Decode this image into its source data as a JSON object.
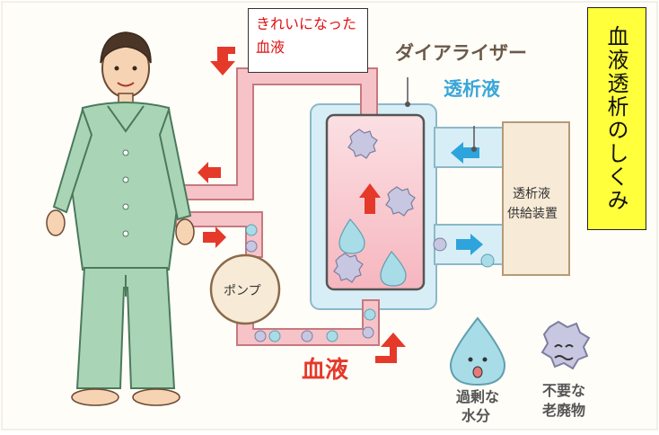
{
  "title_vertical": "血液透析のしくみ",
  "callout_clean_blood": "きれいになった血液",
  "labels": {
    "dialyzer": "ダイアライザー",
    "dialysate": "透析液",
    "supply_line1": "透析液",
    "supply_line2": "供給装置",
    "pump": "ポンプ",
    "blood": "血液"
  },
  "legend": [
    {
      "icon": "water-drop-icon",
      "line1": "過剰な",
      "line2": "水分"
    },
    {
      "icon": "waste-particle-icon",
      "line1": "不要な",
      "line2": "老廃物"
    }
  ],
  "colors": {
    "blood_tube": "#f6c3c8",
    "blood_tube_stroke": "#c6797f",
    "dialysate_tube": "#d7eef7",
    "dialysate_stroke": "#8db8c9",
    "arrow_red": "#e5392a",
    "arrow_blue": "#2ea3dc",
    "supply_box": "#f7ead6",
    "pajama": "#a9d5b6",
    "droplet": "#a8dde8",
    "waste": "#c7c7e2"
  }
}
